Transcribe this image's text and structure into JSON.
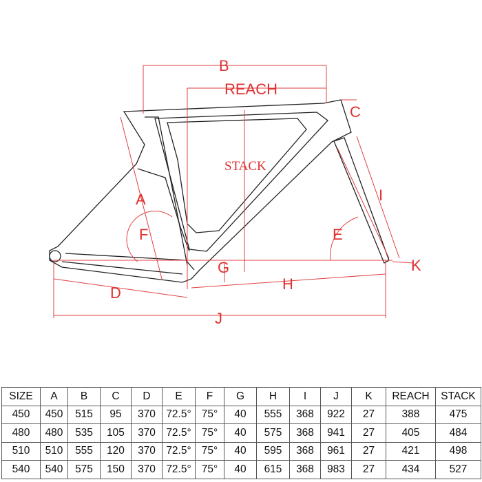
{
  "diagram": {
    "labels": {
      "b": "B",
      "reach": "REACH",
      "c": "C",
      "stack": "STACK",
      "a": "A",
      "f": "F",
      "g": "G",
      "h": "H",
      "d": "D",
      "j": "J",
      "e": "E",
      "i": "I",
      "k": "K"
    }
  },
  "table": {
    "headers": [
      "SIZE",
      "A",
      "B",
      "C",
      "D",
      "E",
      "F",
      "G",
      "H",
      "I",
      "J",
      "K",
      "REACH",
      "STACK"
    ],
    "rows": [
      [
        "450",
        "450",
        "515",
        "95",
        "370",
        "72.5°",
        "75°",
        "40",
        "555",
        "368",
        "922",
        "27",
        "388",
        "475"
      ],
      [
        "480",
        "480",
        "535",
        "105",
        "370",
        "72.5°",
        "75°",
        "40",
        "575",
        "368",
        "941",
        "27",
        "405",
        "484"
      ],
      [
        "510",
        "510",
        "555",
        "120",
        "370",
        "72.5°",
        "75°",
        "40",
        "595",
        "368",
        "961",
        "27",
        "421",
        "498"
      ],
      [
        "540",
        "540",
        "575",
        "150",
        "370",
        "72.5°",
        "75°",
        "40",
        "615",
        "368",
        "983",
        "27",
        "434",
        "527"
      ]
    ]
  }
}
